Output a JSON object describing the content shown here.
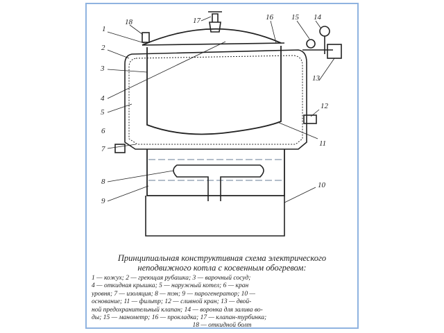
{
  "caption": {
    "title_line1": "Принципиальная конструктивная схема электрического",
    "title_line2": "неподвижного котла с косвенным обогревом:",
    "legend_lines": [
      "1 — кожух; 2 — греющая рубашка; 3 — варочный сосуд;",
      "4 — откидная крышка; 5 — наружный котел; 6 — кран",
      "уровня; 7 — изоляция; 8 — тэн; 9 — парогенератор; 10 —",
      "основание; 11 — фильтр; 12 — сливной кран; 13 — двой-",
      "ной предохранительный клапан; 14 — воронка для залива во-",
      "ды; 15 — манометр; 16 — прокладка; 17 — клапан-турбинка;",
      "18 — откидной болт"
    ]
  },
  "labels": {
    "n1": "1",
    "n2": "2",
    "n3": "3",
    "n4": "4",
    "n5": "5",
    "n6": "6",
    "n7": "7",
    "n8": "8",
    "n9": "9",
    "n10": "10",
    "n11": "11",
    "n12": "12",
    "n13": "13",
    "n14": "14",
    "n15": "15",
    "n16": "16",
    "n17": "17",
    "n18": "18"
  },
  "colors": {
    "frame": "#8fb3e0",
    "ink": "#222222",
    "water": "#9aa8b8"
  }
}
